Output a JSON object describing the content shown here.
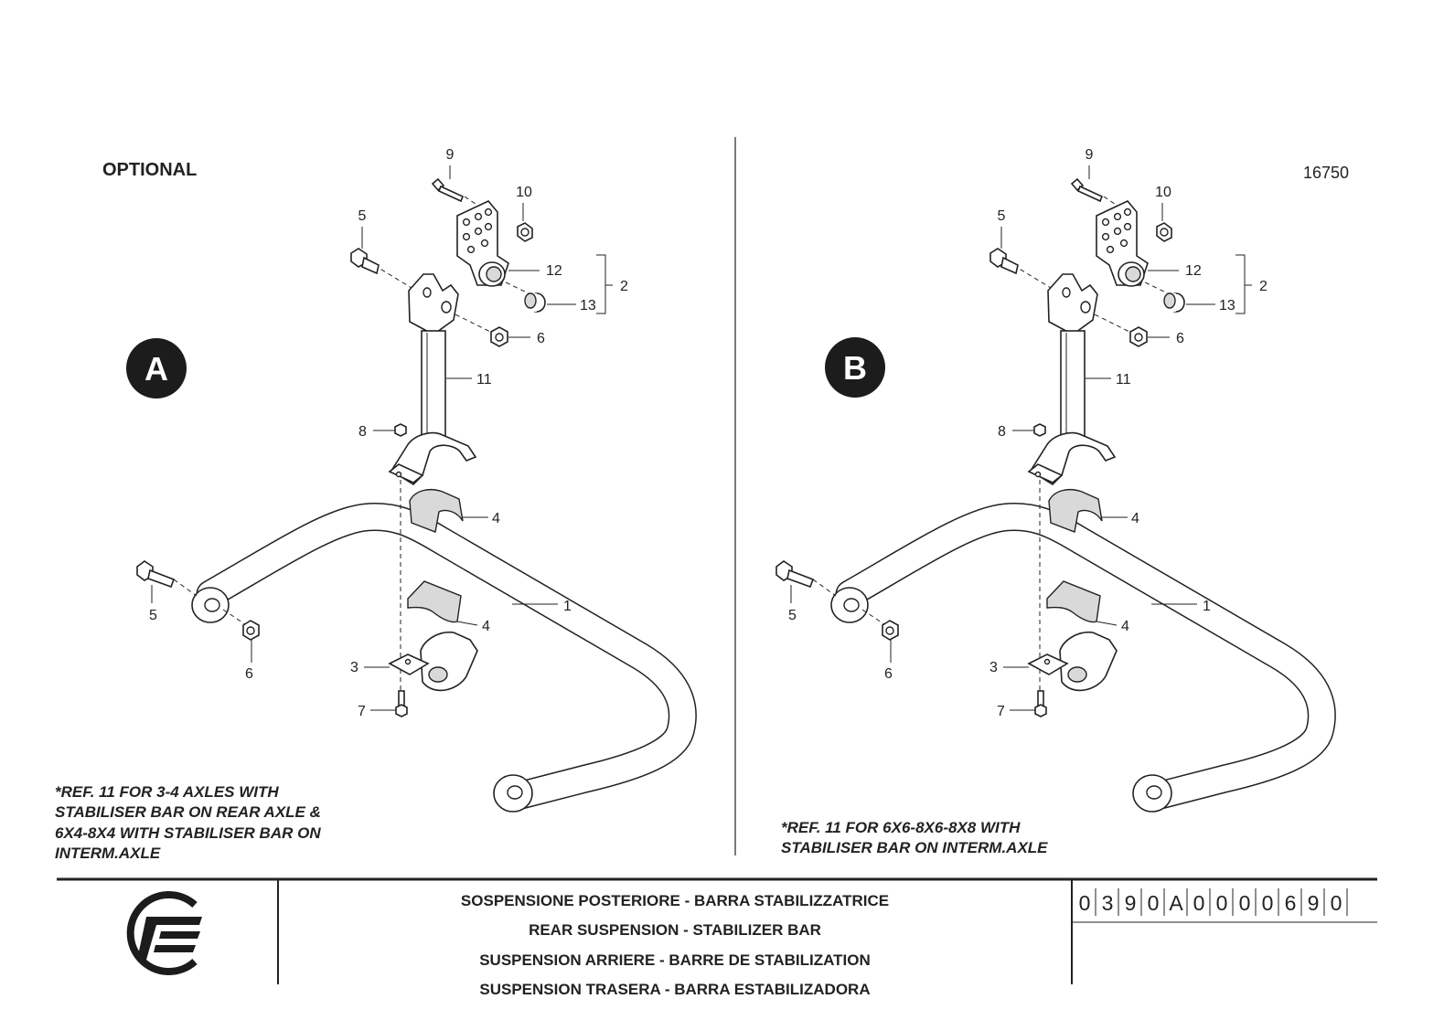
{
  "drawing": {
    "optional_label": "OPTIONAL",
    "drawing_number": "16750",
    "variants": [
      {
        "badge": "A",
        "note_lines": [
          "*REF. 11 FOR 3-4 AXLES WITH",
          "STABILISER BAR ON REAR AXLE &",
          "6X4-8X4 WITH STABILISER BAR ON",
          "INTERM.AXLE"
        ]
      },
      {
        "badge": "B",
        "note_lines": [
          "*REF. 11 FOR 6X6-8X6-8X8 WITH",
          "STABILISER BAR ON INTERM.AXLE"
        ]
      }
    ],
    "callouts": [
      "9",
      "10",
      "5",
      "12",
      "2",
      "13",
      "6",
      "11",
      "8",
      "4",
      "5",
      "1",
      "4",
      "6",
      "3",
      "7"
    ]
  },
  "title_block": {
    "titles": [
      "SOSPENSIONE POSTERIORE - BARRA STABILIZZATRICE",
      "REAR SUSPENSION - STABILIZER BAR",
      "SUSPENSION ARRIERE - BARRE DE STABILIZATION",
      "SUSPENSION TRASERA - BARRA ESTABILIZADORA"
    ],
    "code_chars": [
      "0",
      "3",
      "9",
      "0",
      "A",
      "0",
      "0",
      "0",
      "0",
      "6",
      "9",
      "0"
    ],
    "logo": "brand-logo"
  }
}
